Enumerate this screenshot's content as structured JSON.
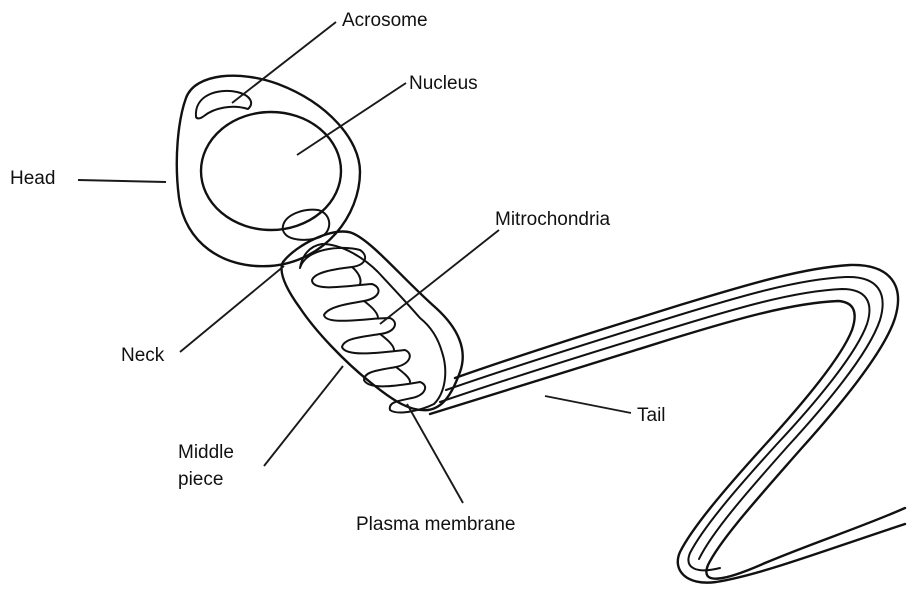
{
  "labels": {
    "acrosome": "Acrosome",
    "nucleus": "Nucleus",
    "head": "Head",
    "mitochondria": "Mitrochondria",
    "neck": "Neck",
    "middle_piece_line1": "Middle",
    "middle_piece_line2": "piece",
    "tail": "Tail",
    "plasma_membrane": "Plasma membrane"
  }
}
